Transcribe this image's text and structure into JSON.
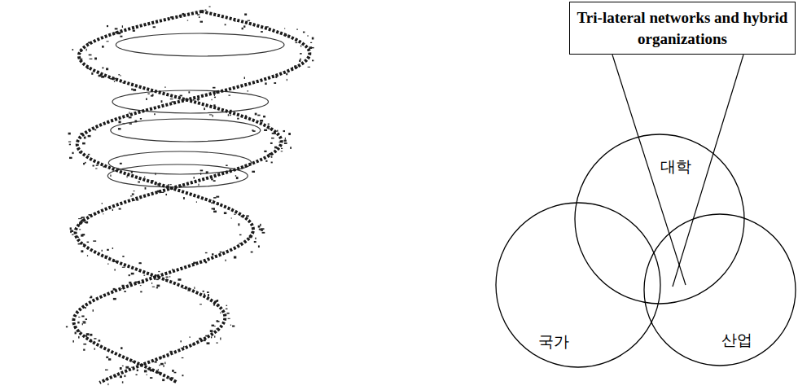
{
  "diagram": {
    "nodes": [
      {
        "text": [
          "Tri-lateral networks and hybrid organizations"
        ]
      },
      {
        "text": [
          "대학"
        ]
      },
      {
        "text": [
          "국가"
        ]
      },
      {
        "text": [
          "산업"
        ]
      }
    ]
  }
}
